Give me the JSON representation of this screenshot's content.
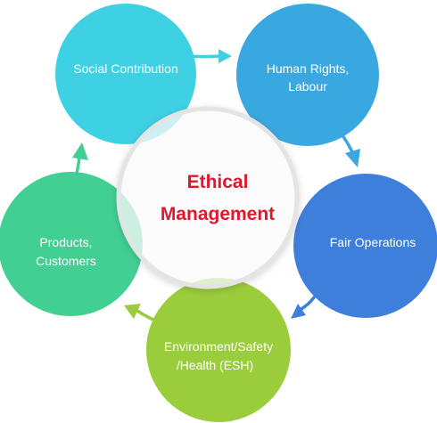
{
  "center": {
    "line1": "Ethical",
    "line2": "Management",
    "color": "#e0182d"
  },
  "nodes": [
    {
      "key": "social",
      "lines": [
        "Social Contribution"
      ],
      "color": "#3ed1e3"
    },
    {
      "key": "human",
      "lines": [
        "Human Rights,",
        "Labour"
      ],
      "color": "#3aa8e0"
    },
    {
      "key": "fair",
      "lines": [
        "Fair Operations"
      ],
      "color": "#3f7fdc"
    },
    {
      "key": "esh",
      "lines": [
        "Environment/Safety",
        "/Health (ESH)"
      ],
      "color": "#9acd3c"
    },
    {
      "key": "products",
      "lines": [
        "Products,",
        "Customers"
      ],
      "color": "#42cf94"
    }
  ]
}
